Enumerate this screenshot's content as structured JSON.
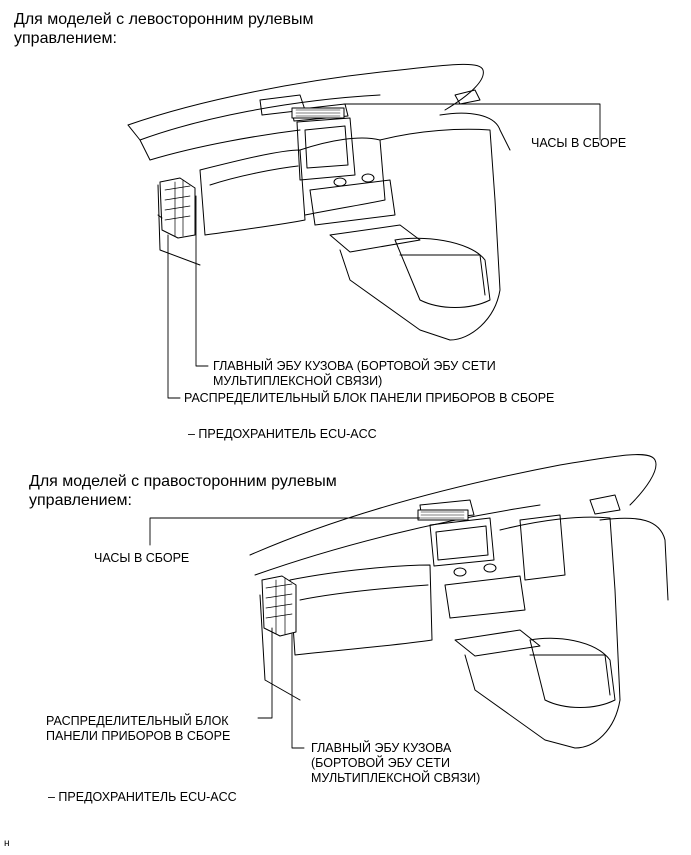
{
  "section_lhd": {
    "heading_line1": "Для моделей с левосторонним рулевым",
    "heading_line2": "управлением:",
    "clock_label": "ЧАСЫ В СБОРЕ",
    "body_ecu_line1": "ГЛАВНЫЙ ЭБУ КУЗОВА (БОРТОВОЙ ЭБУ СЕТИ",
    "body_ecu_line2": "МУЛЬТИПЛЕКСНОЙ СВЯЗИ)",
    "junction_block_label": "РАСПРЕДЕЛИТЕЛЬНЫЙ БЛОК ПАНЕЛИ ПРИБОРОВ В СБОРЕ",
    "fuse_label": "– ПРЕДОХРАНИТЕЛЬ ECU-ACC"
  },
  "section_rhd": {
    "heading_line1": "Для моделей с правосторонним рулевым",
    "heading_line2": "управлением:",
    "clock_label": "ЧАСЫ В СБОРЕ",
    "junction_block_line1": "РАСПРЕДЕЛИТЕЛЬНЫЙ БЛОК",
    "junction_block_line2": "ПАНЕЛИ ПРИБОРОВ В СБОРЕ",
    "body_ecu_line1": "ГЛАВНЫЙ ЭБУ КУЗОВА",
    "body_ecu_line2": "(БОРТОВОЙ ЭБУ СЕТИ",
    "body_ecu_line3": "МУЛЬТИПЛЕКСНОЙ СВЯЗИ)",
    "fuse_label": "– ПРЕДОХРАНИТЕЛЬ ECU-ACC"
  },
  "footer": {
    "code": "н"
  }
}
